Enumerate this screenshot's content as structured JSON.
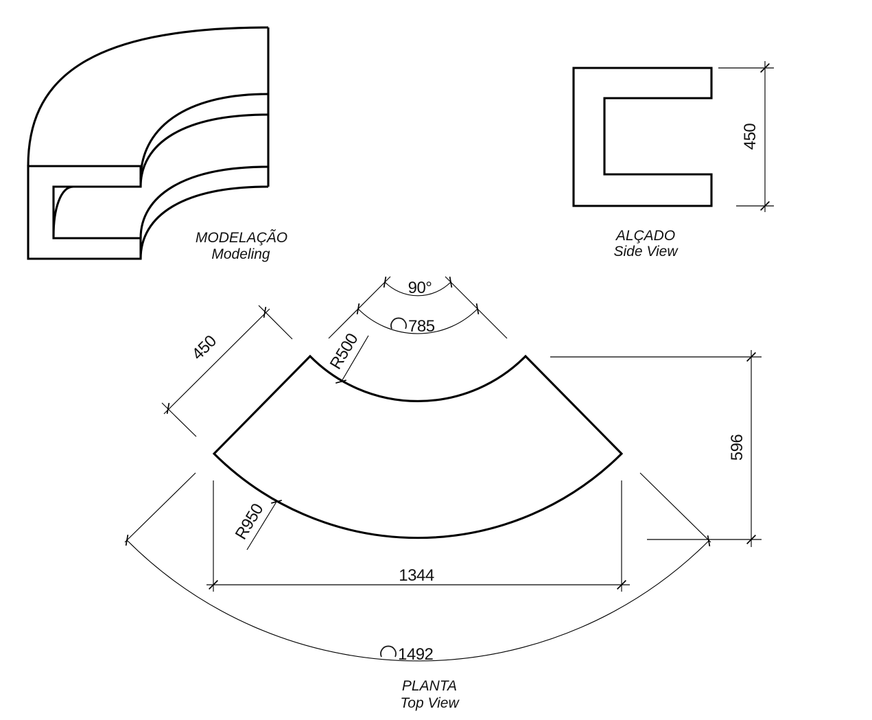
{
  "drawing": {
    "background": "#ffffff",
    "line_color": "#000000",
    "views": {
      "modeling": {
        "title": "MODELAÇÃO",
        "subtitle": "Modeling"
      },
      "side_view": {
        "title": "ALÇADO",
        "subtitle": "Side View",
        "dimensions": {
          "height": "450"
        }
      },
      "top_view": {
        "title": "PLANTA",
        "subtitle": "Top View",
        "dimensions": {
          "angle": "90°",
          "inner_arc_length": "785",
          "inner_radius": "R500",
          "outer_radius": "R950",
          "depth": "450",
          "chord_width": "1344",
          "height": "596",
          "outer_arc_length": "1492"
        }
      }
    }
  }
}
